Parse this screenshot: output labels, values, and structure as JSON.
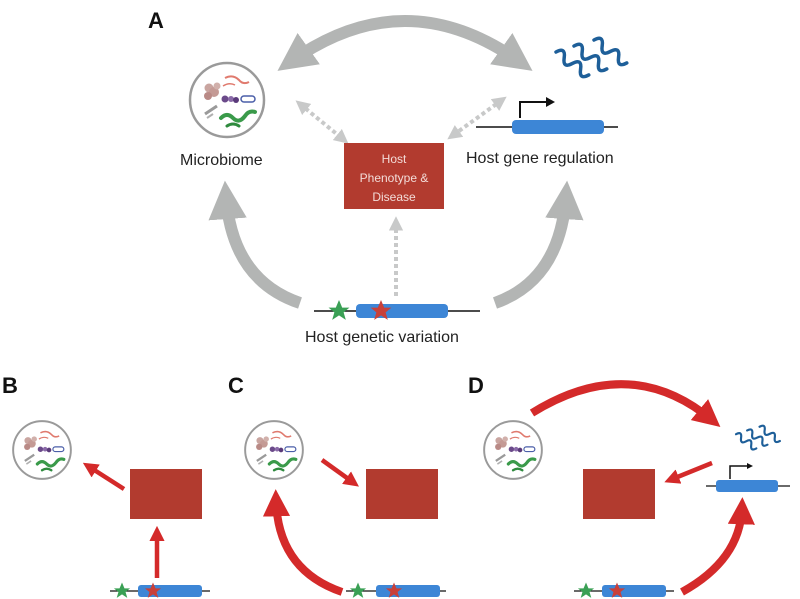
{
  "panels": {
    "a": {
      "letter": "A"
    },
    "b": {
      "letter": "B"
    },
    "c": {
      "letter": "C"
    },
    "d": {
      "letter": "D"
    }
  },
  "labels": {
    "microbiome": "Microbiome",
    "host_gene_regulation": "Host gene regulation",
    "host_genetic_variation": "Host genetic variation",
    "phenotype_line1": "Host",
    "phenotype_line2": "Phenotype &",
    "phenotype_line3": "Disease"
  },
  "colors": {
    "gray_arrow": "#b3b5b4",
    "dotted_arrow": "#c8c9c9",
    "red_arrow": "#d42a2a",
    "phenotype_box": "#b23b2f",
    "gene_bar": "#3d86d6",
    "rna_wave": "#1e5f99",
    "star_green": "#3aa055",
    "star_red": "#c8403a"
  },
  "icons": {
    "microbiome": "microbiome-circle-icon",
    "rna": "rna-wave-icon",
    "promoter": "promoter-arrow-icon",
    "gene": "gene-bar-icon",
    "variant_green": "green-star-icon",
    "variant_red": "red-star-icon"
  }
}
